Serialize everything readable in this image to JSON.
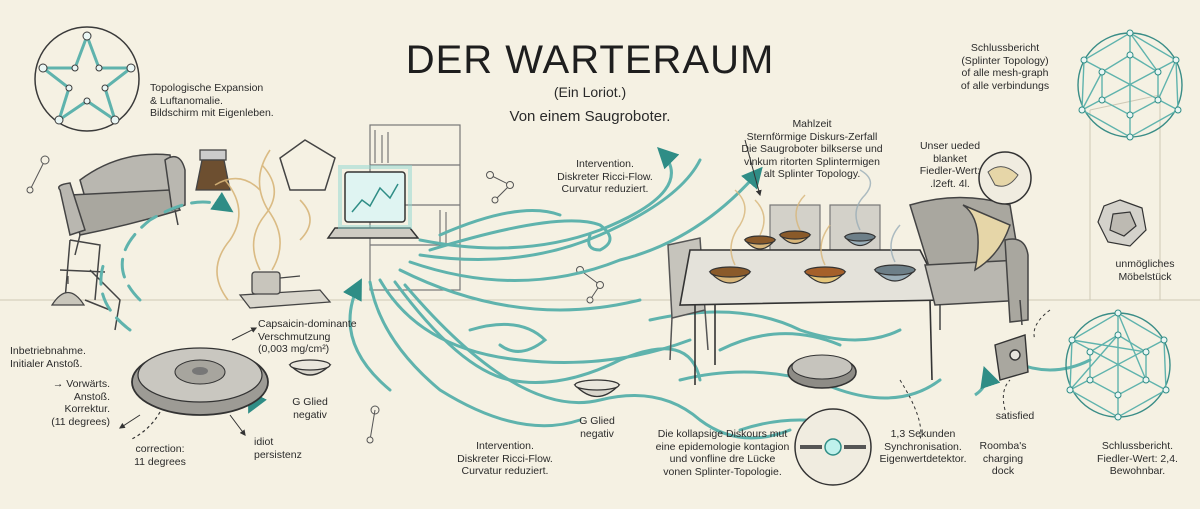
{
  "title": "DER WARTERAUM",
  "subtitle": "(Ein Loriot.)",
  "byline": "Von einem Saugroboter.",
  "labels": {
    "expansion": "Topologische Expansion\n& Luftanomalie.\nBildschirm mit Eigenleben.",
    "intervention_top": "Intervention.\nDiskreter Ricci-Flow.\nCurvatur reduziert.",
    "mahlzeit": "Mahlzeit\nSternförmige Diskurs-Zerfall\nDie Saugroboter bilkserse und\nvinkum ritorten Splintermigen\nalt Splinter Topology.",
    "blanket": "Unser ueded\nblanket\nFiedler-Wert:\n.l2eft. 4l.",
    "schluss_top": "Schlussbericht\n(Splinter Topology)\nof alle mesh-graph\nof alle verbindungs",
    "moebel": "unmögliches\nMöbelstück",
    "capsaicin": "Capsaicin-dominante\nVerschmutzung\n(0,003 mg/cm²)",
    "inbetrieb": "Inbetriebnahme.\nInitialer Anstoß.",
    "vorwaerts": "→ Vorwärts.\nAnstoß.\nKorrektur.\n(11 degrees)",
    "correction": "correction:\n11 degrees",
    "idiot": "idiot\npersistenz",
    "glied1": "G Glied\nnegativ",
    "glied2": "G Glied\nnegativ",
    "intervention_bottom": "Intervention.\nDiskreter Ricci-Flow.\nCurvatur reduziert.",
    "kollapsig": "Die kollapsige Diskours mut\neine epidemologie kontagion\nund vonfline dre Lücke\nvonen Splinter-Topologie.",
    "sync": "1,3 Sekunden\nSynchronisation.\nEigenwertdetektor.",
    "satisfied": "satisfied",
    "roomba_dock": "Roomba's\ncharging\ndock",
    "schluss_bottom": "Schlussbericht.\nFiedler-Wert: 2,4.\nBewohnbar."
  },
  "colors": {
    "background": "#f5f1e3",
    "ink": "#3a3a3a",
    "teal": "#5fb3ad",
    "teal_dark": "#2f8d86",
    "furniture": "#b9b7b0",
    "steam": "#d8b67a"
  }
}
